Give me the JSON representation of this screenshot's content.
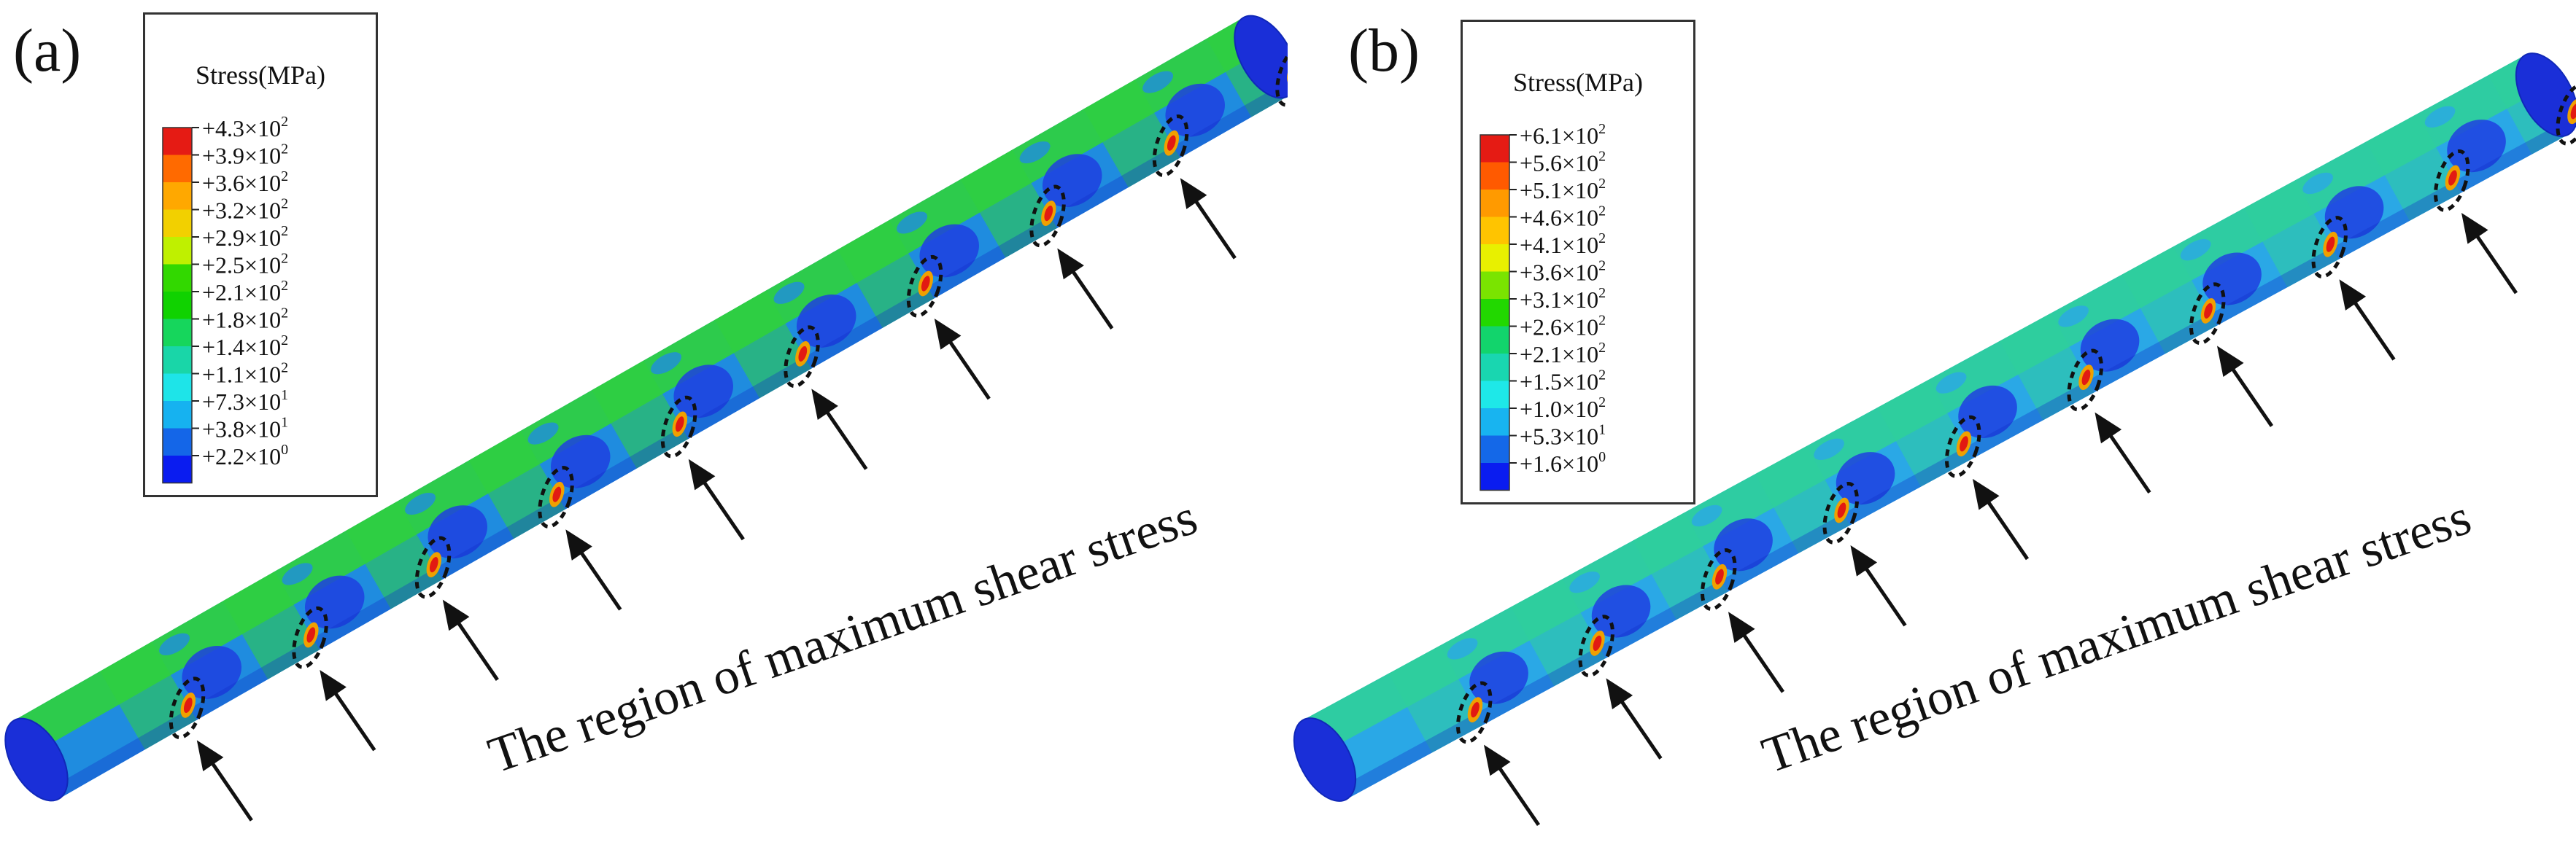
{
  "panels": [
    {
      "id": "a",
      "label": "(a)",
      "legend": {
        "title": "Stress(MPa)",
        "colors": [
          "#e51b14",
          "#ff6a00",
          "#ffa800",
          "#f2d000",
          "#bff000",
          "#32d800",
          "#10d200",
          "#16d65c",
          "#19d6a8",
          "#1ee4e8",
          "#16b2f0",
          "#1466e8",
          "#0a1cf0"
        ],
        "entries": [
          {
            "mantissa": "+4.3",
            "exponent": "2"
          },
          {
            "mantissa": "+3.9",
            "exponent": "2"
          },
          {
            "mantissa": "+3.6",
            "exponent": "2"
          },
          {
            "mantissa": "+3.2",
            "exponent": "2"
          },
          {
            "mantissa": "+2.9",
            "exponent": "2"
          },
          {
            "mantissa": "+2.5",
            "exponent": "2"
          },
          {
            "mantissa": "+2.1",
            "exponent": "2"
          },
          {
            "mantissa": "+1.8",
            "exponent": "2"
          },
          {
            "mantissa": "+1.4",
            "exponent": "2"
          },
          {
            "mantissa": "+1.1",
            "exponent": "2"
          },
          {
            "mantissa": "+7.3",
            "exponent": "1"
          },
          {
            "mantissa": "+3.8",
            "exponent": "1"
          },
          {
            "mantissa": "+2.2",
            "exponent": "0"
          }
        ]
      },
      "annotation": "The region of maximum shear stress",
      "rod_colors": {
        "band": "#2fd23c",
        "gap": "#1f8cdf",
        "dark": "#1f3fe0",
        "end": "#1a2fd8"
      },
      "hotspot_count": 10
    },
    {
      "id": "b",
      "label": "(b)",
      "legend": {
        "title": "Stress(MPa)",
        "colors": [
          "#e51b14",
          "#ff5a00",
          "#ff9a00",
          "#ffc400",
          "#e8f000",
          "#7ae400",
          "#22d800",
          "#12d46c",
          "#19d6b0",
          "#1ee8e8",
          "#18b4f0",
          "#1468e8",
          "#0a1cf0"
        ],
        "entries": [
          {
            "mantissa": "+6.1",
            "exponent": "2"
          },
          {
            "mantissa": "+5.6",
            "exponent": "2"
          },
          {
            "mantissa": "+5.1",
            "exponent": "2"
          },
          {
            "mantissa": "+4.6",
            "exponent": "2"
          },
          {
            "mantissa": "+4.1",
            "exponent": "2"
          },
          {
            "mantissa": "+3.6",
            "exponent": "2"
          },
          {
            "mantissa": "+3.1",
            "exponent": "2"
          },
          {
            "mantissa": "+2.6",
            "exponent": "2"
          },
          {
            "mantissa": "+2.1",
            "exponent": "2"
          },
          {
            "mantissa": "+1.5",
            "exponent": "2"
          },
          {
            "mantissa": "+1.0",
            "exponent": "2"
          },
          {
            "mantissa": "+5.3",
            "exponent": "1"
          },
          {
            "mantissa": "+1.6",
            "exponent": "0"
          }
        ]
      },
      "annotation": "The region of maximum shear stress",
      "rod_colors": {
        "band": "#2fcf9a",
        "gap": "#2aa8e6",
        "dark": "#1f3fe0",
        "end": "#1a2fd8"
      },
      "hotspot_count": 10
    }
  ]
}
